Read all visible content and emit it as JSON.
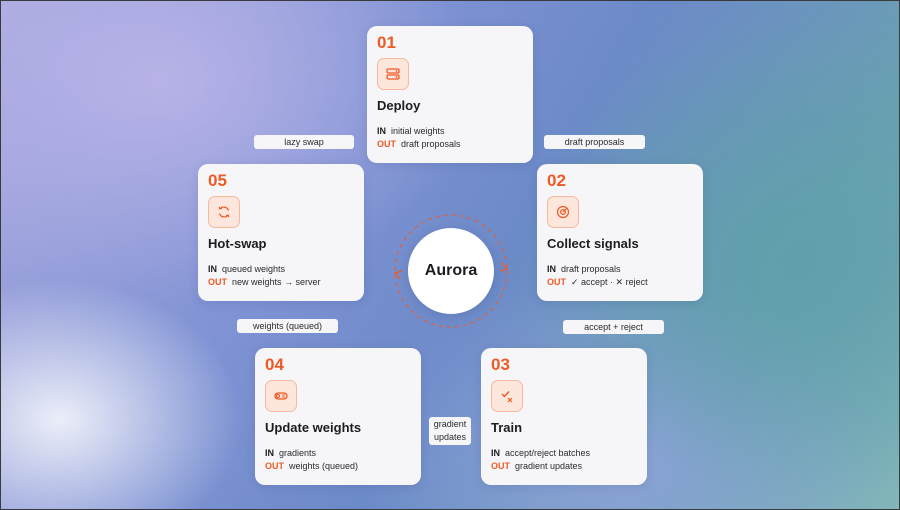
{
  "hub": {
    "label": "Aurora"
  },
  "steps": [
    {
      "num": "01",
      "title": "Deploy",
      "icon": "server-icon",
      "in_label": "IN",
      "in_value": "initial weights",
      "out_label": "OUT",
      "out_value": "draft proposals"
    },
    {
      "num": "02",
      "title": "Collect signals",
      "icon": "signal-icon",
      "in_label": "IN",
      "in_value": "draft proposals",
      "out_label": "OUT",
      "out_value": "✓ accept · ✕ reject"
    },
    {
      "num": "03",
      "title": "Train",
      "icon": "check-x-icon",
      "in_label": "IN",
      "in_value": "accept/reject batches",
      "out_label": "OUT",
      "out_value": "gradient updates"
    },
    {
      "num": "04",
      "title": "Update weights",
      "icon": "weights-icon",
      "in_label": "IN",
      "in_value": "gradients",
      "out_label": "OUT",
      "out_value": "weights (queued)"
    },
    {
      "num": "05",
      "title": "Hot-swap",
      "icon": "swap-icon",
      "in_label": "IN",
      "in_value": "queued weights",
      "out_label": "OUT",
      "out_value": "new weights → server"
    }
  ],
  "edges": {
    "deploy_to_collect": "draft proposals",
    "collect_to_train": "accept + reject",
    "train_to_update": "gradient updates",
    "update_to_hotswap": "weights (queued)",
    "hotswap_to_deploy": "lazy swap"
  },
  "colors": {
    "accent": "#ee5a24",
    "card": "#f6f6f8",
    "text": "#1c1c22"
  }
}
